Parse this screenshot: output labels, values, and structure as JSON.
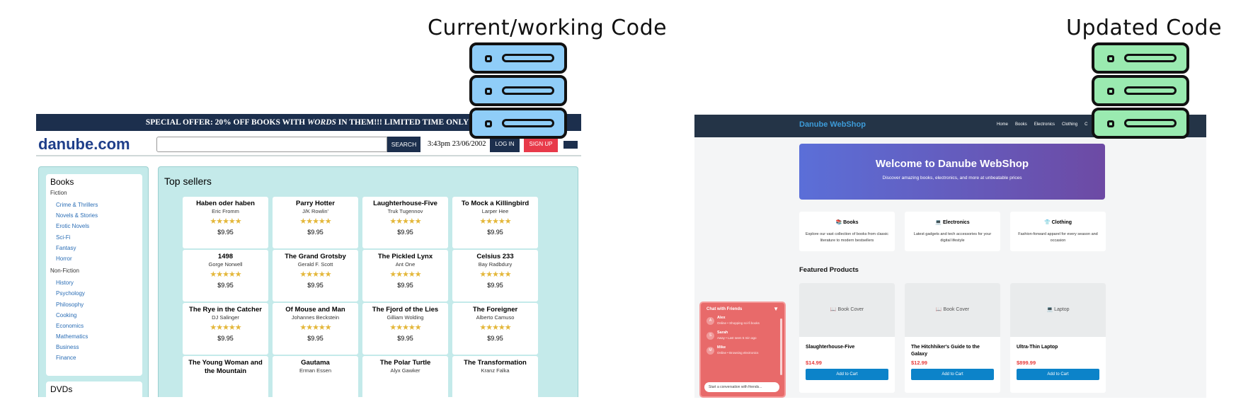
{
  "labels": {
    "left": "Current/working Code",
    "right": "Updated Code"
  },
  "colors": {
    "server_left": "#8fcdf8",
    "server_right": "#9aeab0",
    "danube_navy": "#1c2f4d",
    "signup_red": "#e83a4a",
    "teal_panel": "#c4eaea"
  },
  "old_site": {
    "promo_prefix": "SPECIAL OFFER: 20% OFF BOOKS WITH ",
    "promo_em": "WORDS",
    "promo_suffix": " IN THEM!!! LIMITED TIME ONLY!",
    "brand": "danube.com",
    "search_button": "SEARCH",
    "clock": "3:43pm 23/06/2002",
    "login": "LOG IN",
    "signup": "SIGN UP",
    "sidebar": {
      "heading": "Books",
      "fiction_label": "Fiction",
      "fiction": [
        "Crime & Thrillers",
        "Novels & Stories",
        "Erotic Novels",
        "Sci-Fi",
        "Fantasy",
        "Horror"
      ],
      "nonfiction_label": "Non-Fiction",
      "nonfiction": [
        "History",
        "Psychology",
        "Philosophy",
        "Cooking",
        "Economics",
        "Mathematics",
        "Business",
        "Finance"
      ],
      "heading2": "DVDs"
    },
    "main_title": "Top sellers",
    "stars": "★★★★★",
    "books": [
      {
        "title": "Haben oder haben",
        "author": "Eric Fromm",
        "price": "$9.95"
      },
      {
        "title": "Parry Hotter",
        "author": "J/K Rowlin'",
        "price": "$9.95"
      },
      {
        "title": "Laughterhouse-Five",
        "author": "Truk Tugennov",
        "price": "$9.95"
      },
      {
        "title": "To Mock a Killingbird",
        "author": "Larper Hee",
        "price": "$9.95"
      },
      {
        "title": "1498",
        "author": "Gorge Norwell",
        "price": "$9.95"
      },
      {
        "title": "The Grand Grotsby",
        "author": "Gerald F. Scott",
        "price": "$9.95"
      },
      {
        "title": "The Pickled Lynx",
        "author": "Ant One",
        "price": "$9.95"
      },
      {
        "title": "Celsius 233",
        "author": "Bay Radbdury",
        "price": "$9.95"
      },
      {
        "title": "The Rye in the Catcher",
        "author": "DJ Salinger",
        "price": "$9.95"
      },
      {
        "title": "Of Mouse and Man",
        "author": "Johannes Beckstein",
        "price": "$9.95"
      },
      {
        "title": "The Fjord of the Lies",
        "author": "Gilliam Wolding",
        "price": "$9.95"
      },
      {
        "title": "The Foreigner",
        "author": "Alberto Camuso",
        "price": "$9.95"
      },
      {
        "title": "The Young Woman and the Mountain",
        "author": "",
        "price": ""
      },
      {
        "title": "Gautama",
        "author": "Erman Essen",
        "price": ""
      },
      {
        "title": "The Polar Turtle",
        "author": "Alyx Gawker",
        "price": ""
      },
      {
        "title": "The Transformation",
        "author": "Kranz Falka",
        "price": ""
      }
    ]
  },
  "new_site": {
    "brand": "Danube WebShop",
    "nav": [
      "Home",
      "Books",
      "Electronics",
      "Clothing",
      "C"
    ],
    "hero_title": "Welcome to Danube WebShop",
    "hero_sub": "Discover amazing books, electronics, and more at unbeatable prices",
    "categories": [
      {
        "name": "📚 Books",
        "desc": "Explore our vast collection of books from classic literature to modern bestsellers"
      },
      {
        "name": "💻 Electronics",
        "desc": "Latest gadgets and tech accessories for your digital lifestyle"
      },
      {
        "name": "👕 Clothing",
        "desc": "Fashion-forward apparel for every season and occasion"
      }
    ],
    "featured_title": "Featured Products",
    "products": [
      {
        "image": "📖 Book Cover",
        "name": "Slaughterhouse-Five",
        "price": "$14.99",
        "button": "Add to Cart"
      },
      {
        "image": "📖 Book Cover",
        "name": "The Hitchhiker's Guide to the Galaxy",
        "price": "$12.99",
        "button": "Add to Cart"
      },
      {
        "image": "💻 Laptop",
        "name": "Ultra-Thin Laptop",
        "price": "$899.99",
        "button": "Add to Cart"
      }
    ],
    "chat": {
      "title": "Chat with Friends",
      "toggle": "▼",
      "friends": [
        {
          "initial": "A",
          "name": "Alex",
          "status": "Online • Shopping sci-fi books"
        },
        {
          "initial": "S",
          "name": "Sarah",
          "status": "Away • Last seen 5 min ago"
        },
        {
          "initial": "M",
          "name": "Mike",
          "status": "Online • Browsing electronics"
        }
      ],
      "placeholder": "Start a conversation with friends..."
    }
  }
}
